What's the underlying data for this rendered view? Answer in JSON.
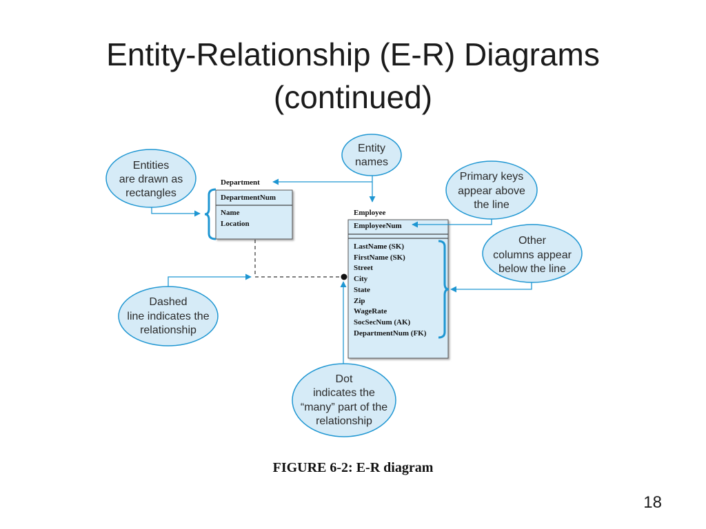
{
  "slide": {
    "title_line1": "Entity-Relationship (E-R) Diagrams",
    "title_line2": "(continued)",
    "caption": "FIGURE 6-2: E-R diagram",
    "page_number": "18"
  },
  "colors": {
    "bubble_fill": "#d6ebf7",
    "accent": "#1e96d2",
    "table_fill": "#d7ecf8",
    "border": "#555555"
  },
  "department": {
    "name": "Department",
    "primary_key": "DepartmentNum",
    "columns": [
      "Name",
      "Location"
    ]
  },
  "employee": {
    "name": "Employee",
    "primary_key": "EmployeeNum",
    "columns": [
      "LastName (SK)",
      "FirstName (SK)",
      "Street",
      "City",
      "State",
      "Zip",
      "WageRate",
      "SocSecNum (AK)",
      "DepartmentNum (FK)"
    ]
  },
  "callouts": {
    "entities": [
      "Entities",
      "are drawn as",
      "rectangles"
    ],
    "entity_names": [
      "Entity",
      "names"
    ],
    "primary_keys": [
      "Primary keys",
      "appear above",
      "the line"
    ],
    "other_columns": [
      "Other",
      "columns appear",
      "below the line"
    ],
    "dashed_line": [
      "Dashed",
      "line indicates the",
      "relationship"
    ],
    "dot": [
      "Dot",
      "indicates the",
      "“many” part of the",
      "relationship"
    ]
  }
}
